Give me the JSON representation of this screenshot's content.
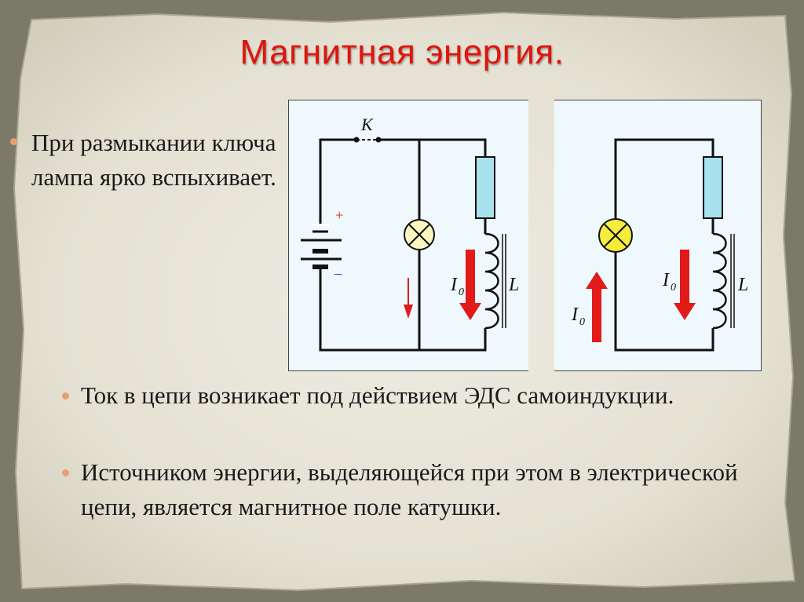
{
  "title": "Магнитная энергия.",
  "bullets": [
    "При размыкании ключа  лампа ярко вспыхивает.",
    "Ток в цепи возникает под действием ЭДС самоиндукции.",
    "Источником энергии, выделяющейся при этом в электрической цепи, является магнитное поле катушки."
  ],
  "circuit_left": {
    "switch_label": "K",
    "battery_plus": "+",
    "battery_minus": "–",
    "current_label_main": "I",
    "current_label_sub": "0",
    "inductor_label": "L"
  },
  "circuit_right": {
    "current_label_main": "I",
    "current_label_sub": "0",
    "lamp_current_main": "I",
    "lamp_current_sub": "0",
    "inductor_label": "L"
  },
  "colors": {
    "title": "#e0140c",
    "arrow": "#e21a1a",
    "lamp_off": "#fbf5c0",
    "lamp_on": "#f5ec3c",
    "resistor": "#a9e2ef",
    "panel": "#eef8fd",
    "bullet_dot": "#e8a070"
  }
}
